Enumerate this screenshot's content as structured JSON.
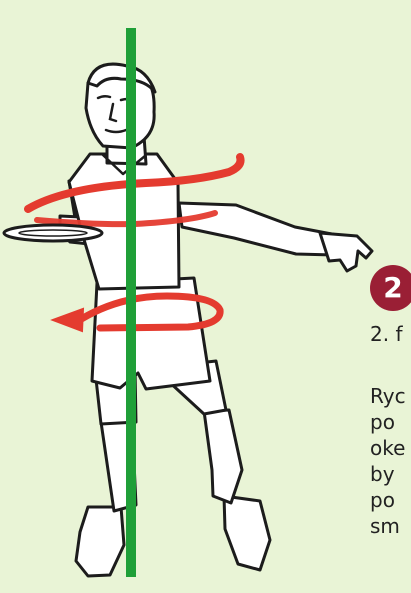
{
  "step": {
    "number": "2",
    "title": "2. f",
    "text_lines": [
      "Ryc",
      "po",
      "oke",
      "by",
      "po",
      "sm"
    ]
  },
  "colors": {
    "background": "#e9f4d6",
    "axis": "#1f9f38",
    "rotation": "#e43b2f",
    "badge": "#9a1f35"
  },
  "icons": {
    "figure": "person-throwing-disc-illustration",
    "axis": "vertical-axis-line",
    "rotation": "rotation-arrows"
  }
}
